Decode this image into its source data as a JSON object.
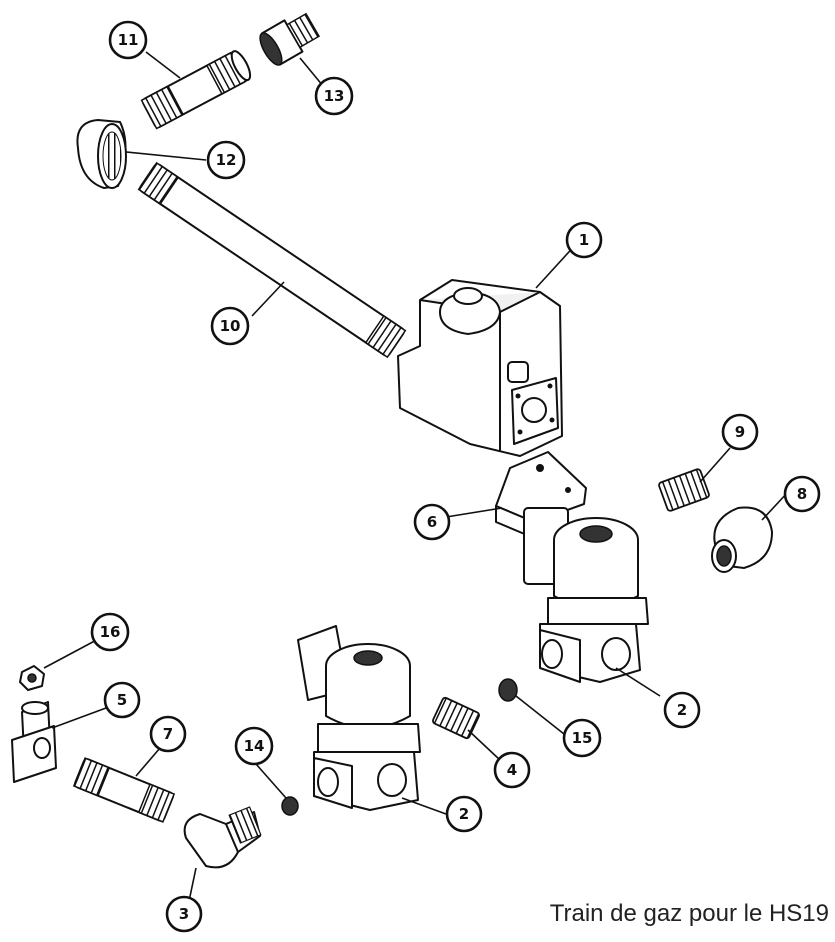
{
  "caption": "Train de gaz pour le HS19",
  "callouts": [
    "1",
    "2",
    "2",
    "3",
    "4",
    "5",
    "6",
    "7",
    "8",
    "9",
    "10",
    "11",
    "12",
    "13",
    "14",
    "15",
    "16"
  ],
  "colors": {
    "ink": "#111111",
    "paper": "#ffffff"
  }
}
